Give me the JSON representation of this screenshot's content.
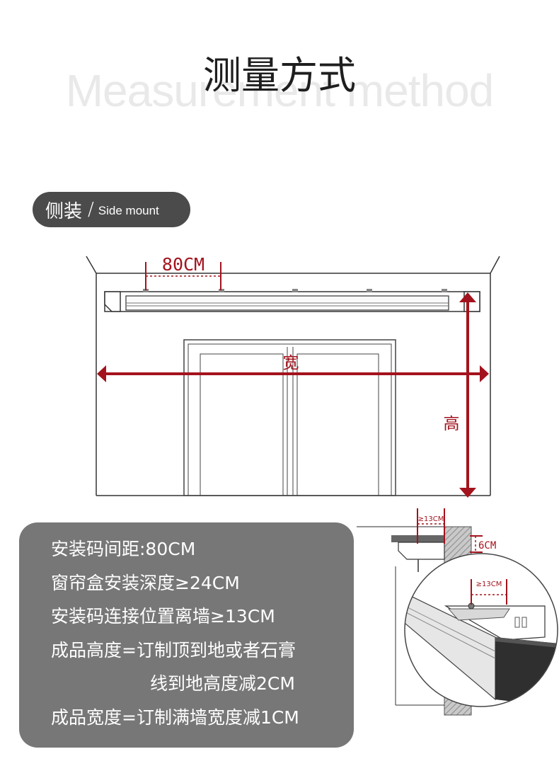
{
  "header": {
    "title_cn": "测量方式",
    "title_en": "Measurement method"
  },
  "section": {
    "label_cn": "侧装",
    "separator": "/",
    "label_en": "Side mount"
  },
  "diagram": {
    "spacing_label": "80CM",
    "width_label": "宽",
    "height_label": "高",
    "wall_gap_label": "≥13CM",
    "box_height_label": "6CM",
    "detail_gap_label": "≥13CM",
    "accent_color": "#a3131d",
    "line_color": "#333333"
  },
  "info": {
    "lines": [
      "安装码间距:80CM",
      "窗帘盒安装深度≥24CM",
      "安装码连接位置离墙≥13CM",
      "成品高度=订制顶到地或者石膏",
      "线到地高度减2CM",
      "成品宽度=订制满墙宽度减1CM"
    ]
  }
}
